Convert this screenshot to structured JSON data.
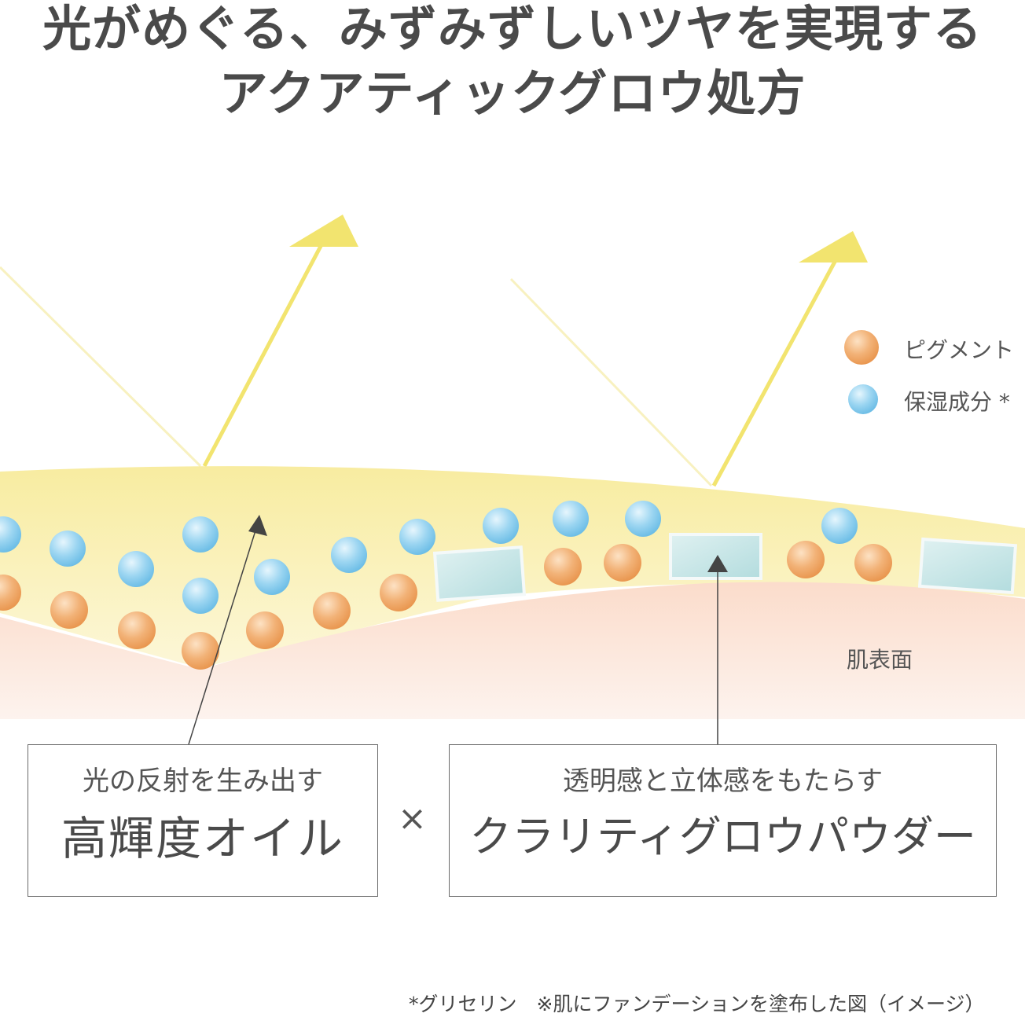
{
  "headline": {
    "line1": "光がめぐる、みずみずしいツヤを実現する",
    "line2": "アクアティックグロウ処方"
  },
  "legend": {
    "pigment": "ピグメント",
    "moisture": "保湿成分 *"
  },
  "skin_label": "肌表面",
  "oil_box": {
    "sub": "光の反射を生み出す",
    "main": "高輝度オイル"
  },
  "times_symbol": "×",
  "powder_box": {
    "sub": "透明感と立体感をもたらす",
    "main": "クラリティグロウパウダー"
  },
  "footnote": "*グリセリン　※肌にファンデーションを塗布した図（イメージ）",
  "colors": {
    "text": "#4a4a4a",
    "light_ray": "#f3e57a",
    "foundation_layer": "#fbf3c0",
    "skin": "#fbe3d6",
    "pigment_particle": "#f0a964",
    "moisture_particle": "#8fd0ef",
    "powder_flake": "#c6e6e6"
  }
}
